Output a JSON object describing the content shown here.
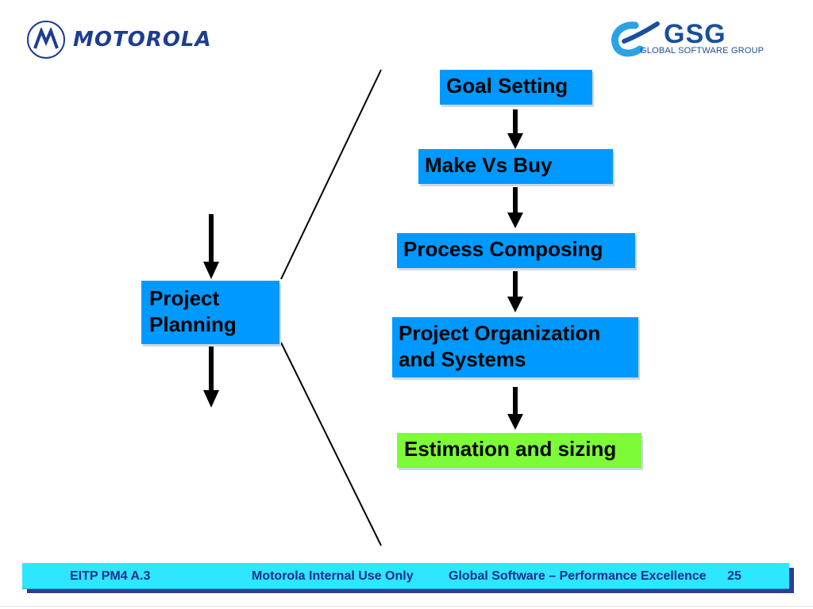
{
  "header": {
    "motorola_logo": {
      "icon": "motorola-batwing-icon",
      "wordmark": "MOTOROLA",
      "color": "#1d3d8f"
    },
    "gsg_logo": {
      "icon": "gsg-swoosh-icon",
      "abbrev": "GSG",
      "full_name": "GLOBAL SOFTWARE GROUP",
      "color": "#1a4f9a"
    }
  },
  "diagram": {
    "main_box": {
      "line1": "Project",
      "line2": "Planning"
    },
    "steps": [
      {
        "label": "Goal Setting"
      },
      {
        "label": "Make Vs Buy"
      },
      {
        "label": "Process Composing"
      },
      {
        "line1": "Project Organization",
        "line2": "and Systems"
      },
      {
        "label": "Estimation and sizing"
      }
    ],
    "colors": {
      "step_fill": "#0099ff",
      "highlight_fill": "#7dfb38",
      "arrow": "#000000"
    }
  },
  "footer": {
    "left": "EITP PM4 A.3",
    "center": "Motorola Internal Use Only",
    "right": "Global Software – Performance Excellence",
    "page_number": "25",
    "color": "#2ee6ff"
  }
}
